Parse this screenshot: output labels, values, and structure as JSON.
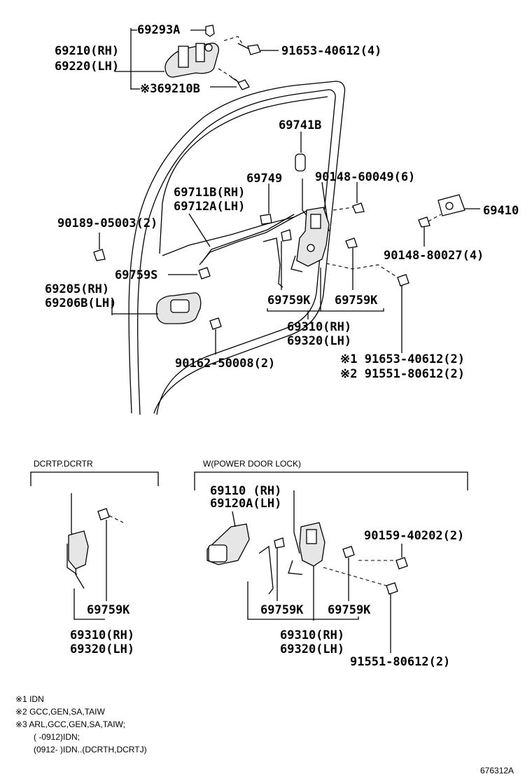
{
  "labels": {
    "p69293a": "69293A",
    "p69210rh": "69210(RH)",
    "p69220lh": "69220(LH)",
    "p69210b": "※369210B",
    "p91653_top": "91653-40612(4)",
    "p69741b": "69741B",
    "p69749": "69749",
    "p90148_6": "90148-60049(6)",
    "p69711b": "69711B(RH)",
    "p69712a": "69712A(LH)",
    "p69410": "69410",
    "p90189": "90189-05003(2)",
    "p90148_4": "90148-80027(4)",
    "p69759s": "69759S",
    "p69205": "69205(RH)",
    "p69206b": "69206B(LH)",
    "p69759k_a": "69759K",
    "p69759k_b": "69759K",
    "p69310_top": "69310(RH)",
    "p69320_top": "69320(LH)",
    "p91653_2": "※1 91653-40612(2)",
    "p91551_2": "※2 91551-80612(2)",
    "p90162": "90162-50008(2)"
  },
  "section_left": {
    "title": "DCRTP.DCRTR",
    "p69759k": "69759K",
    "p69310": "69310(RH)",
    "p69320": "69320(LH)"
  },
  "section_right": {
    "title": "W(POWER DOOR LOCK)",
    "p69110": "69110 (RH)",
    "p69120a": "69120A(LH)",
    "p90159": "90159-40202(2)",
    "p69759k_a": "69759K",
    "p69759k_b": "69759K",
    "p69310": "69310(RH)",
    "p69320": "69320(LH)",
    "p91551": "91551-80612(2)"
  },
  "notes": [
    "※1 IDN",
    "※2 GCC,GEN,SA,TAIW",
    "※3 ARL,GCC,GEN,SA,TAIW;",
    "( -0912)IDN;",
    "(0912- )IDN..(DCRTH,DCRTJ)"
  ],
  "figure_id": "676312A"
}
